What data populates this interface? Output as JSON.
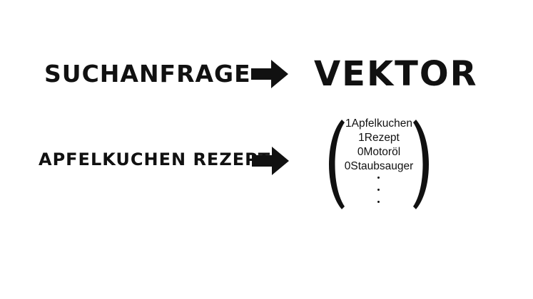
{
  "labels": {
    "query": "SUCHANFRAGE",
    "vector": "VEKTOR",
    "example_query": "APFELKUCHEN REZEPT"
  },
  "vector": {
    "entries": [
      {
        "value": "1",
        "term": "Apfelkuchen"
      },
      {
        "value": "1",
        "term": "Rezept"
      },
      {
        "value": "0",
        "term": "Motoröl"
      },
      {
        "value": "0",
        "term": "Staubsauger"
      }
    ],
    "ellipsis": [
      ".",
      ".",
      "."
    ]
  }
}
